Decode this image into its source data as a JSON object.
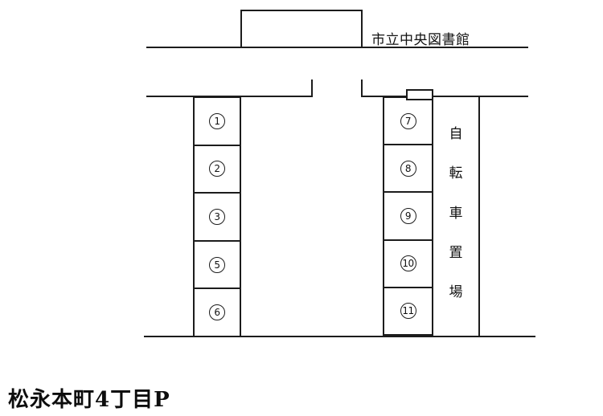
{
  "diagram": {
    "title": "松永本町4丁目P",
    "building_label": "市立中央図書館",
    "bicycle_label": "自転車置場",
    "bicycle_chars": [
      "自",
      "転",
      "車",
      "置",
      "場"
    ],
    "stalls_left": [
      "1",
      "2",
      "3",
      "5",
      "6"
    ],
    "stalls_right": [
      "7",
      "8",
      "9",
      "10",
      "11"
    ],
    "colors": {
      "line": "#1c1c1c",
      "background": "#ffffff"
    }
  }
}
